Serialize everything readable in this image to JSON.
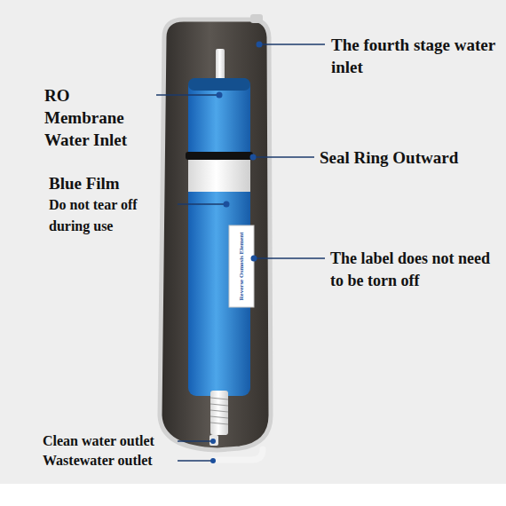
{
  "diagram": {
    "labels": [
      "The fourth stage water inlet",
      "RO Membrane Water Inlet",
      "Seal Ring Outward",
      "Blue Film",
      "Do not tear off during use",
      "Reverse Osmosis Element",
      "The label does not need to be torn off",
      "Clean water outlet",
      "Wastewater outlet"
    ]
  }
}
